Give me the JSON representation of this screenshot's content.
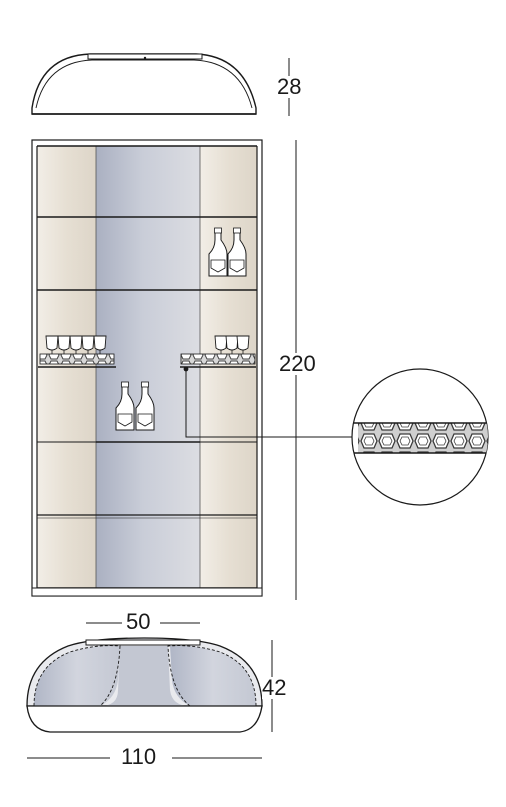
{
  "dimensions": {
    "top_depth": "28",
    "height": "220",
    "inner_width": "50",
    "depth": "42",
    "outer_width": "110"
  },
  "colors": {
    "panel_beige": "#e8e2d8",
    "glass_blue": "#b7bccb",
    "line": "#1a1a1a"
  }
}
